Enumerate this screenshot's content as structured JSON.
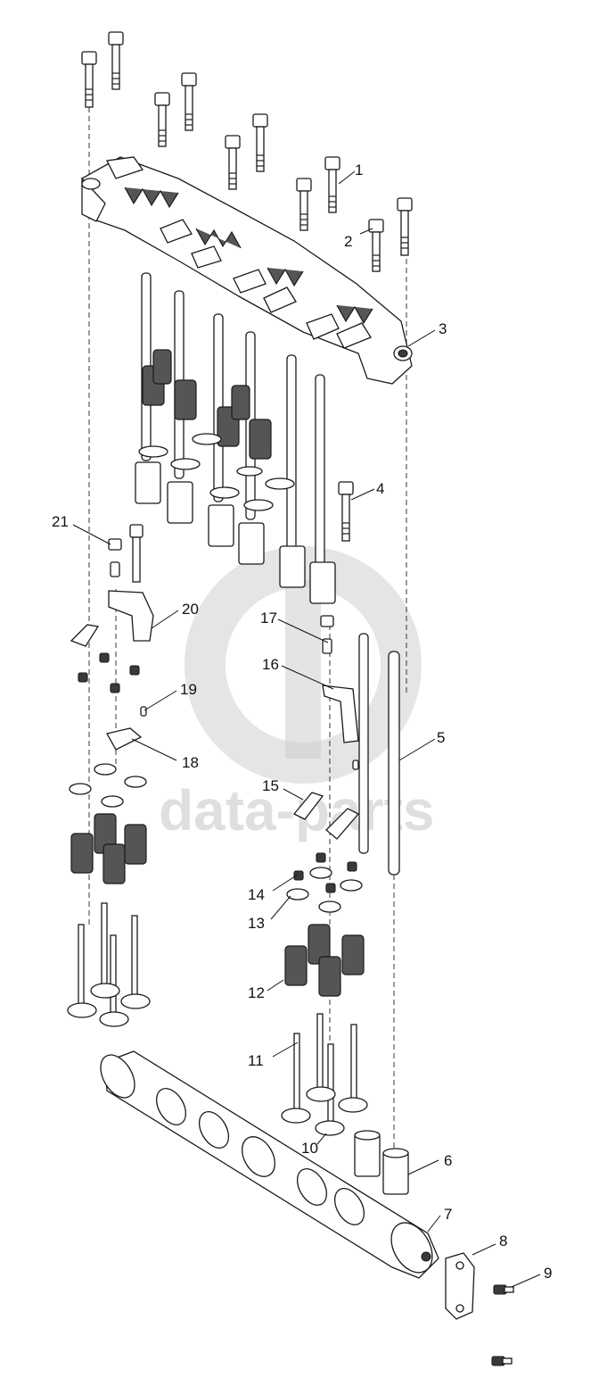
{
  "diagram": {
    "callouts": [
      "1",
      "2",
      "3",
      "4",
      "5",
      "6",
      "7",
      "8",
      "9",
      "10",
      "11",
      "12",
      "13",
      "14",
      "15",
      "16",
      "17",
      "18",
      "19",
      "20",
      "21"
    ],
    "watermark": {
      "text": "data-parts"
    }
  }
}
